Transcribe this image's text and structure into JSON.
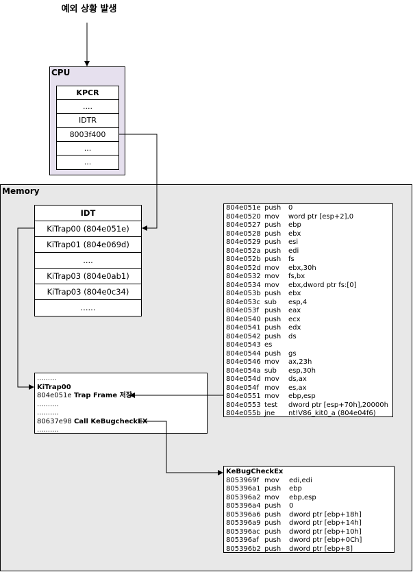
{
  "header": {
    "event_label": "예외 상황 발생"
  },
  "cpu": {
    "label": "CPU",
    "kpcr_rows": [
      "KPCR",
      "....",
      "IDTR",
      "8003f400",
      "...",
      "..."
    ]
  },
  "memory": {
    "label": "Memory",
    "idt_rows": [
      "IDT",
      "KiTrap00 (804e051e)",
      "KiTrap01 (804e069d)",
      "....",
      "KiTrap03 (804e0ab1)",
      "KiTrap03 (804e0c34)",
      "......"
    ],
    "kitrap_block": {
      "lines": [
        {
          "addr": ".........",
          "text": ""
        },
        {
          "addr": "KiTrap00",
          "text": ""
        },
        {
          "addr": "804e051e",
          "text": "Trap Frame 저장"
        },
        {
          "addr": "..........",
          "text": ""
        },
        {
          "addr": "..........",
          "text": ""
        },
        {
          "addr": "80637e98",
          "text": "Call KeBugcheckEX"
        },
        {
          "addr": "..........",
          "text": ""
        }
      ]
    },
    "asm_block": {
      "lines": [
        {
          "addr": "804e051e",
          "mn": "push",
          "op": "0"
        },
        {
          "addr": "804e0520",
          "mn": "mov",
          "op": "word ptr [esp+2],0"
        },
        {
          "addr": "804e0527",
          "mn": "push",
          "op": "ebp"
        },
        {
          "addr": "804e0528",
          "mn": "push",
          "op": "ebx"
        },
        {
          "addr": "804e0529",
          "mn": "push",
          "op": "esi"
        },
        {
          "addr": "804e052a",
          "mn": "push",
          "op": "edi"
        },
        {
          "addr": "804e052b",
          "mn": "push",
          "op": "fs"
        },
        {
          "addr": "804e052d",
          "mn": "mov",
          "op": "ebx,30h"
        },
        {
          "addr": "804e0532",
          "mn": "mov",
          "op": "fs,bx"
        },
        {
          "addr": "804e0534",
          "mn": "mov",
          "op": "ebx,dword ptr fs:[0]"
        },
        {
          "addr": "804e053b",
          "mn": "push",
          "op": "ebx"
        },
        {
          "addr": "804e053c",
          "mn": "sub",
          "op": "esp,4"
        },
        {
          "addr": "804e053f",
          "mn": "push",
          "op": "eax"
        },
        {
          "addr": "804e0540",
          "mn": "push",
          "op": "ecx"
        },
        {
          "addr": "804e0541",
          "mn": "push",
          "op": "edx"
        },
        {
          "addr": "804e0542",
          "mn": "push",
          "op": "ds"
        },
        {
          "addr": "804e0543",
          "mn": "es",
          "op": ""
        },
        {
          "addr": "804e0544",
          "mn": "push",
          "op": "gs"
        },
        {
          "addr": "804e0546",
          "mn": "mov",
          "op": "ax,23h"
        },
        {
          "addr": "804e054a",
          "mn": "sub",
          "op": "esp,30h"
        },
        {
          "addr": "804e054d",
          "mn": "mov",
          "op": "ds,ax"
        },
        {
          "addr": "804e054f",
          "mn": "mov",
          "op": "es,ax"
        },
        {
          "addr": "804e0551",
          "mn": "mov",
          "op": "ebp,esp"
        },
        {
          "addr": "804e0553",
          "mn": "test",
          "op": "dword ptr [esp+70h],20000h"
        },
        {
          "addr": "804e055b",
          "mn": "jne",
          "op": "nt!V86_kit0_a (804e04f6)"
        }
      ]
    },
    "kebug_block": {
      "title": "KeBugCheckEx",
      "lines": [
        {
          "addr": "8053969f",
          "mn": "mov",
          "op": "edi,edi"
        },
        {
          "addr": "805396a1",
          "mn": "push",
          "op": "ebp"
        },
        {
          "addr": "805396a2",
          "mn": "mov",
          "op": "ebp,esp"
        },
        {
          "addr": "805396a4",
          "mn": "push",
          "op": "0"
        },
        {
          "addr": "805396a6",
          "mn": "push",
          "op": "dword ptr [ebp+18h]"
        },
        {
          "addr": "805396a9",
          "mn": "push",
          "op": "dword ptr [ebp+14h]"
        },
        {
          "addr": "805396ac",
          "mn": "push",
          "op": "dword ptr [ebp+10h]"
        },
        {
          "addr": "805396af",
          "mn": "push",
          "op": "dword ptr [ebp+0Ch]"
        },
        {
          "addr": "805396b2",
          "mn": "push",
          "op": "dword ptr [ebp+8]"
        }
      ]
    }
  }
}
